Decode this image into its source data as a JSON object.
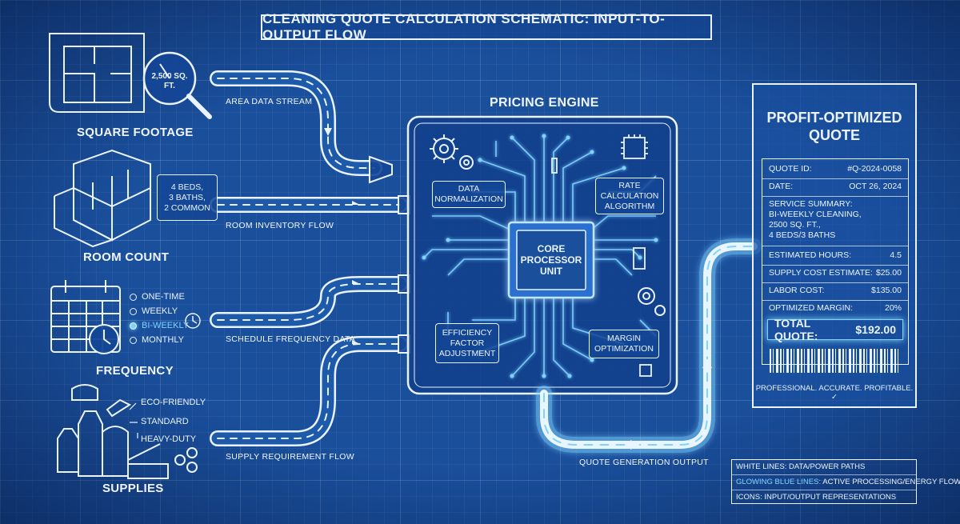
{
  "title": "Cleaning Quote Calculation Schematic: Input-to-Output Flow",
  "inputs": {
    "square_footage": {
      "label": "Square Footage",
      "gauge_text": "2,500 SQ. FT.",
      "flow_label": "Area Data Stream"
    },
    "room_count": {
      "label": "Room Count",
      "box_lines": [
        "4 BEDS,",
        "3 BATHS,",
        "2 COMMON"
      ],
      "flow_label": "Room Inventory Flow"
    },
    "frequency": {
      "label": "Frequency",
      "options": [
        "One-Time",
        "Weekly",
        "Bi-Weekly",
        "Monthly"
      ],
      "selected": "Bi-Weekly",
      "flow_label": "Schedule Frequency Data"
    },
    "supplies": {
      "label": "Supplies",
      "options": [
        "Eco-Friendly",
        "Standard",
        "Heavy-Duty"
      ],
      "flow_label": "Supply Requirement Flow"
    }
  },
  "engine": {
    "title": "Pricing Engine",
    "core": "Core Processor Unit",
    "modules": {
      "data_normalization": "Data Normalization",
      "rate_calculation": "Rate Calculation Algorithm",
      "efficiency": "Efficiency Factor Adjustment",
      "margin": "Margin Optimization"
    }
  },
  "output_label": "Quote Generation Output",
  "quote": {
    "title_line1": "Profit-Optimized",
    "title_line2": "Quote",
    "quote_id_label": "Quote ID:",
    "quote_id": "#Q-2024-0058",
    "date_label": "Date:",
    "date": "Oct 26, 2024",
    "summary_label": "Service Summary:",
    "summary_lines": [
      "Bi-Weekly Cleaning,",
      "2500 SQ. FT.,",
      "4 Beds/3 Baths"
    ],
    "hours_label": "Estimated Hours:",
    "hours": "4.5",
    "supply_label": "Supply Cost Estimate:",
    "supply": "$25.00",
    "labor_label": "Labor Cost:",
    "labor": "$135.00",
    "margin_label": "Optimized Margin:",
    "margin": "20%",
    "total_label": "Total Quote:",
    "total": "$192.00",
    "tagline": "Professional. Accurate. Profitable."
  },
  "legend": {
    "white": "White Lines: Data/Power Paths",
    "blue_key": "Glowing Blue Lines:",
    "blue_desc": "Active Processing/Energy Flow",
    "icons": "Icons: Input/Output Representations"
  },
  "colors": {
    "background": "#1a4f9c",
    "line": "#eaf3ff",
    "glow": "#7fd3ff"
  }
}
